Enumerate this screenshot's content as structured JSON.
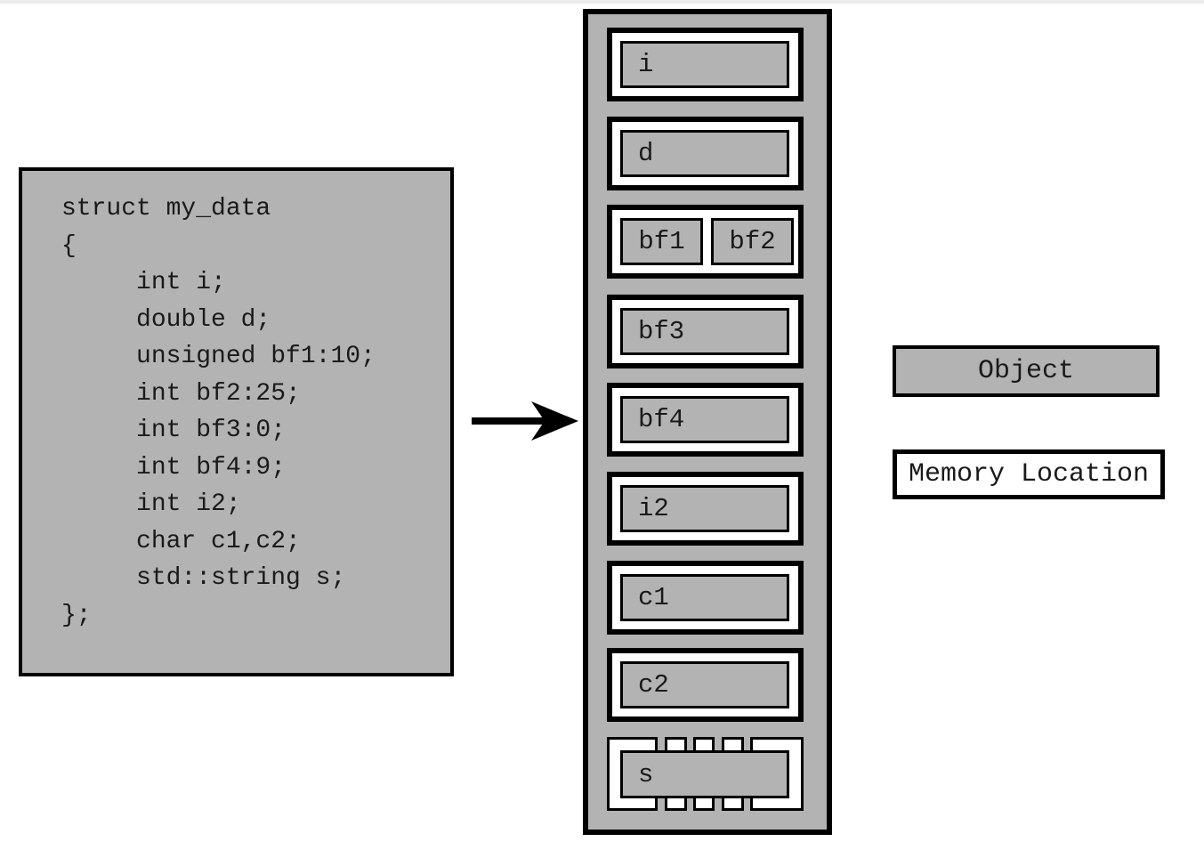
{
  "colors": {
    "object_fill": "#b3b3b3",
    "memory_location_fill": "#ffffff",
    "border": "#000000",
    "text": "#1a1a1a"
  },
  "source_code": {
    "lines": [
      "struct my_data",
      "{",
      "     int i;",
      "     double d;",
      "     unsigned bf1:10;",
      "     int bf2:25;",
      "     int bf3:0;",
      "     int bf4:9;",
      "     int i2;",
      "     char c1,c2;",
      "     std::string s;",
      "};"
    ]
  },
  "arrow": {
    "direction": "right"
  },
  "memory_column": {
    "rows": [
      {
        "type": "single",
        "label": "i"
      },
      {
        "type": "single",
        "label": "d"
      },
      {
        "type": "double",
        "labels": [
          "bf1",
          "bf2"
        ]
      },
      {
        "type": "single",
        "label": "bf3"
      },
      {
        "type": "single",
        "label": "bf4"
      },
      {
        "type": "single",
        "label": "i2"
      },
      {
        "type": "single",
        "label": "c1"
      },
      {
        "type": "single",
        "label": "c2"
      },
      {
        "type": "dashed",
        "label": "s"
      }
    ]
  },
  "legend": {
    "object_label": "Object",
    "memory_location_label": "Memory Location"
  }
}
